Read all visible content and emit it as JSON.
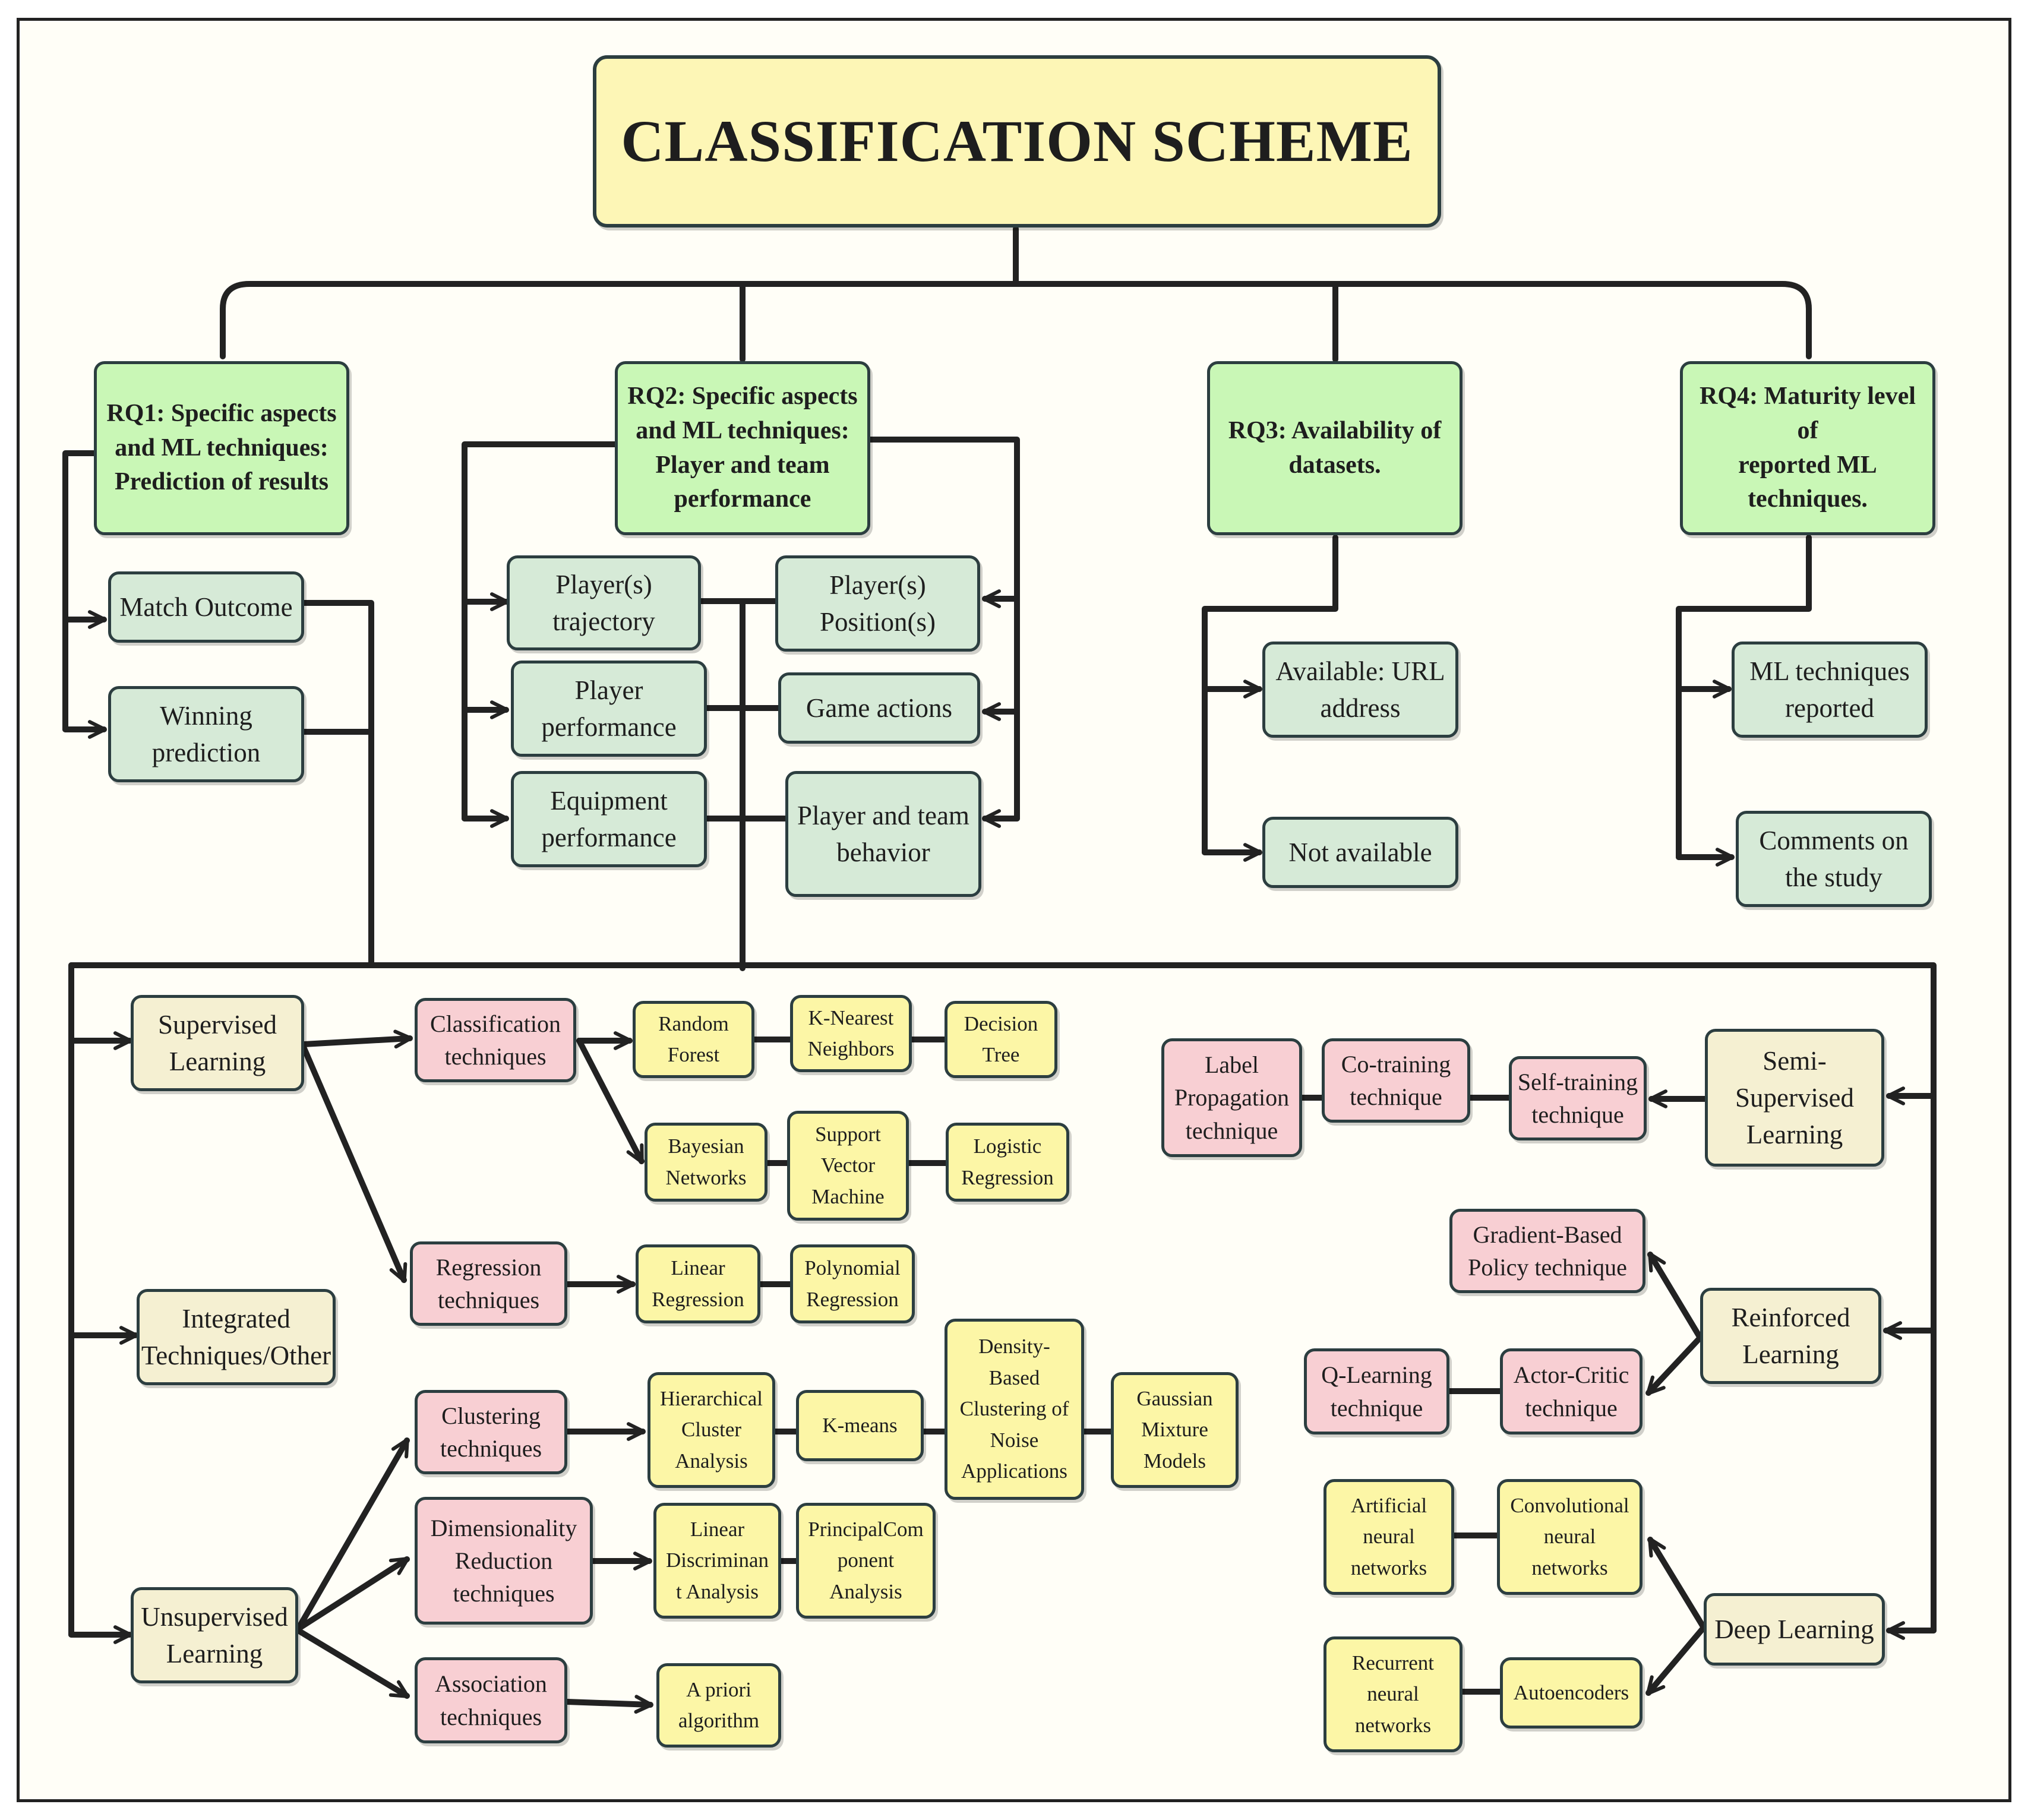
{
  "title": "CLASSIFICATION SCHEME",
  "colors": {
    "title_fill": "#fdf6b6",
    "rq_fill": "#c9f7b6",
    "leaf_fill": "#d6ead7",
    "category_fill": "#f5f0d2",
    "technique_fill": "#f8cfd3",
    "algorithm_fill": "#fcf6a6",
    "line": "#222222"
  },
  "research_questions": {
    "rq1": {
      "label": "RQ1: Specific aspects\nand ML techniques:\nPrediction of results",
      "items": [
        "Match Outcome",
        "Winning\nprediction"
      ]
    },
    "rq2": {
      "label": "RQ2: Specific aspects\nand ML techniques:\nPlayer and team\nperformance",
      "left_items": [
        "Player(s)\ntrajectory",
        "Player\nperformance",
        "Equipment\nperformance"
      ],
      "right_items": [
        "Player(s)\nPosition(s)",
        "Game actions",
        "Player and team\nbehavior"
      ]
    },
    "rq3": {
      "label": "RQ3: Availability of\ndatasets.",
      "items": [
        "Available: URL\naddress",
        "Not available"
      ]
    },
    "rq4": {
      "label": "RQ4: Maturity level of\nreported ML techniques.",
      "items": [
        "ML techniques\nreported",
        "Comments on\nthe study"
      ]
    }
  },
  "ml_categories": {
    "supervised": {
      "label": "Supervised\nLearning",
      "classification": {
        "label": "Classification\ntechniques",
        "algorithms": [
          "Random\nForest",
          "K-Nearest\nNeighbors",
          "Decision\nTree",
          "Bayesian\nNetworks",
          "Support\nVector\nMachine",
          "Logistic\nRegression"
        ]
      },
      "regression": {
        "label": "Regression\ntechniques",
        "algorithms": [
          "Linear\nRegression",
          "Polynomial\nRegression"
        ]
      }
    },
    "integrated": {
      "label": "Integrated\nTechniques/Other"
    },
    "unsupervised": {
      "label": "Unsupervised\nLearning",
      "clustering": {
        "label": "Clustering\ntechniques",
        "algorithms": [
          "Hierarchical\nCluster\nAnalysis",
          "K-means",
          "Density-\nBased\nClustering of\nNoise\nApplications",
          "Gaussian\nMixture\nModels"
        ]
      },
      "dimensionality": {
        "label": "Dimensionality\nReduction\ntechniques",
        "algorithms": [
          "Linear\nDiscriminan\nt Analysis",
          "PrincipalCom\nponent\nAnalysis"
        ]
      },
      "association": {
        "label": "Association\ntechniques",
        "algorithms": [
          "A priori\nalgorithm"
        ]
      }
    },
    "semi_supervised": {
      "label": "Semi-\nSupervised\nLearning",
      "techniques": [
        "Label\nPropagation\ntechnique",
        "Co-training\ntechnique",
        "Self-training\ntechnique"
      ]
    },
    "reinforced": {
      "label": "Reinforced\nLearning",
      "techniques": [
        "Gradient-Based\nPolicy technique",
        "Q-Learning\ntechnique",
        "Actor-Critic\ntechnique"
      ]
    },
    "deep": {
      "label": "Deep Learning",
      "algorithms": [
        "Artificial\nneural\nnetworks",
        "Convolutional\nneural\nnetworks",
        "Recurrent\nneural\nnetworks",
        "Autoencoders"
      ]
    }
  }
}
